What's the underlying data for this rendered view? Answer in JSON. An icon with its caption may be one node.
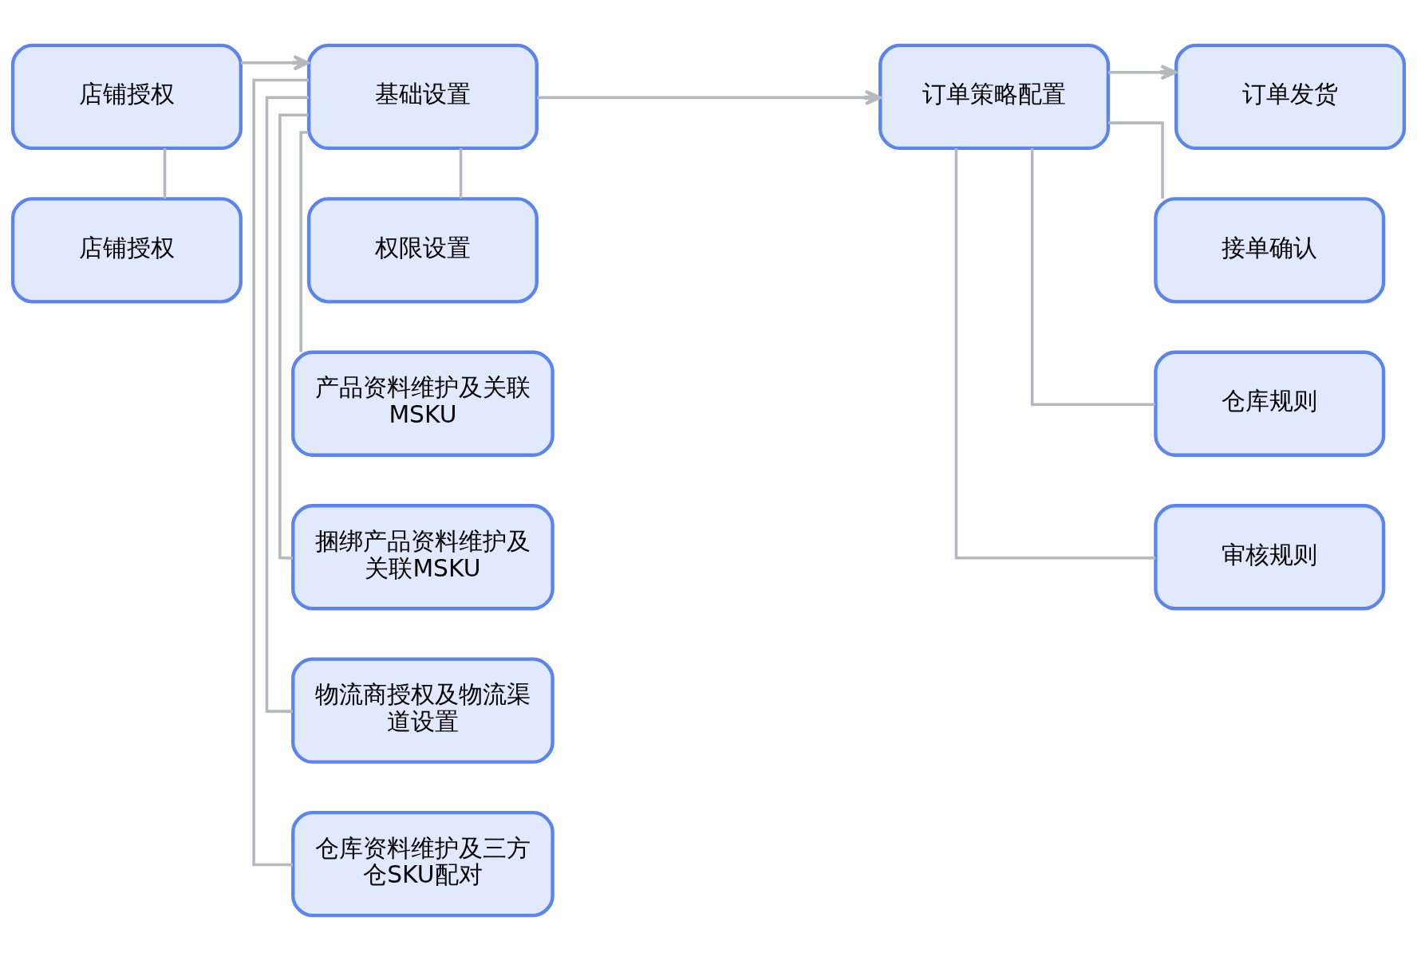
{
  "diagram": {
    "nodes": [
      {
        "text": [
          "店铺授权"
        ]
      },
      {
        "text": [
          "基础设置"
        ]
      },
      {
        "text": [
          "订单策略配置"
        ]
      },
      {
        "text": [
          "订单发货"
        ]
      },
      {
        "text": [
          "店铺授权"
        ]
      },
      {
        "text": [
          "权限设置"
        ]
      },
      {
        "text": [
          "产品资料维护及关联MSKU"
        ]
      },
      {
        "text": [
          "捆绑产品资料维护及关联MSKU"
        ]
      },
      {
        "text": [
          "物流商授权及物流渠道设置"
        ]
      },
      {
        "text": [
          "仓库资料维护及三方仓SKU配对"
        ]
      },
      {
        "text": [
          "接单确认"
        ]
      },
      {
        "text": [
          "仓库规则"
        ]
      },
      {
        "text": [
          "审核规则"
        ]
      }
    ],
    "edges": [
      {
        "from": 0,
        "to": 1,
        "arrow": "to"
      },
      {
        "from": 1,
        "to": 2,
        "arrow": "to"
      },
      {
        "from": 2,
        "to": 3,
        "arrow": "to"
      },
      {
        "from": 0,
        "to": 4,
        "arrow": "none"
      },
      {
        "from": 1,
        "to": 5,
        "arrow": "none"
      },
      {
        "from": 1,
        "to": 6,
        "arrow": "none"
      },
      {
        "from": 1,
        "to": 7,
        "arrow": "none"
      },
      {
        "from": 1,
        "to": 8,
        "arrow": "none"
      },
      {
        "from": 1,
        "to": 9,
        "arrow": "none"
      },
      {
        "from": 2,
        "to": 10,
        "arrow": "none"
      },
      {
        "from": 2,
        "to": 11,
        "arrow": "none"
      },
      {
        "from": 2,
        "to": 12,
        "arrow": "none"
      }
    ]
  }
}
